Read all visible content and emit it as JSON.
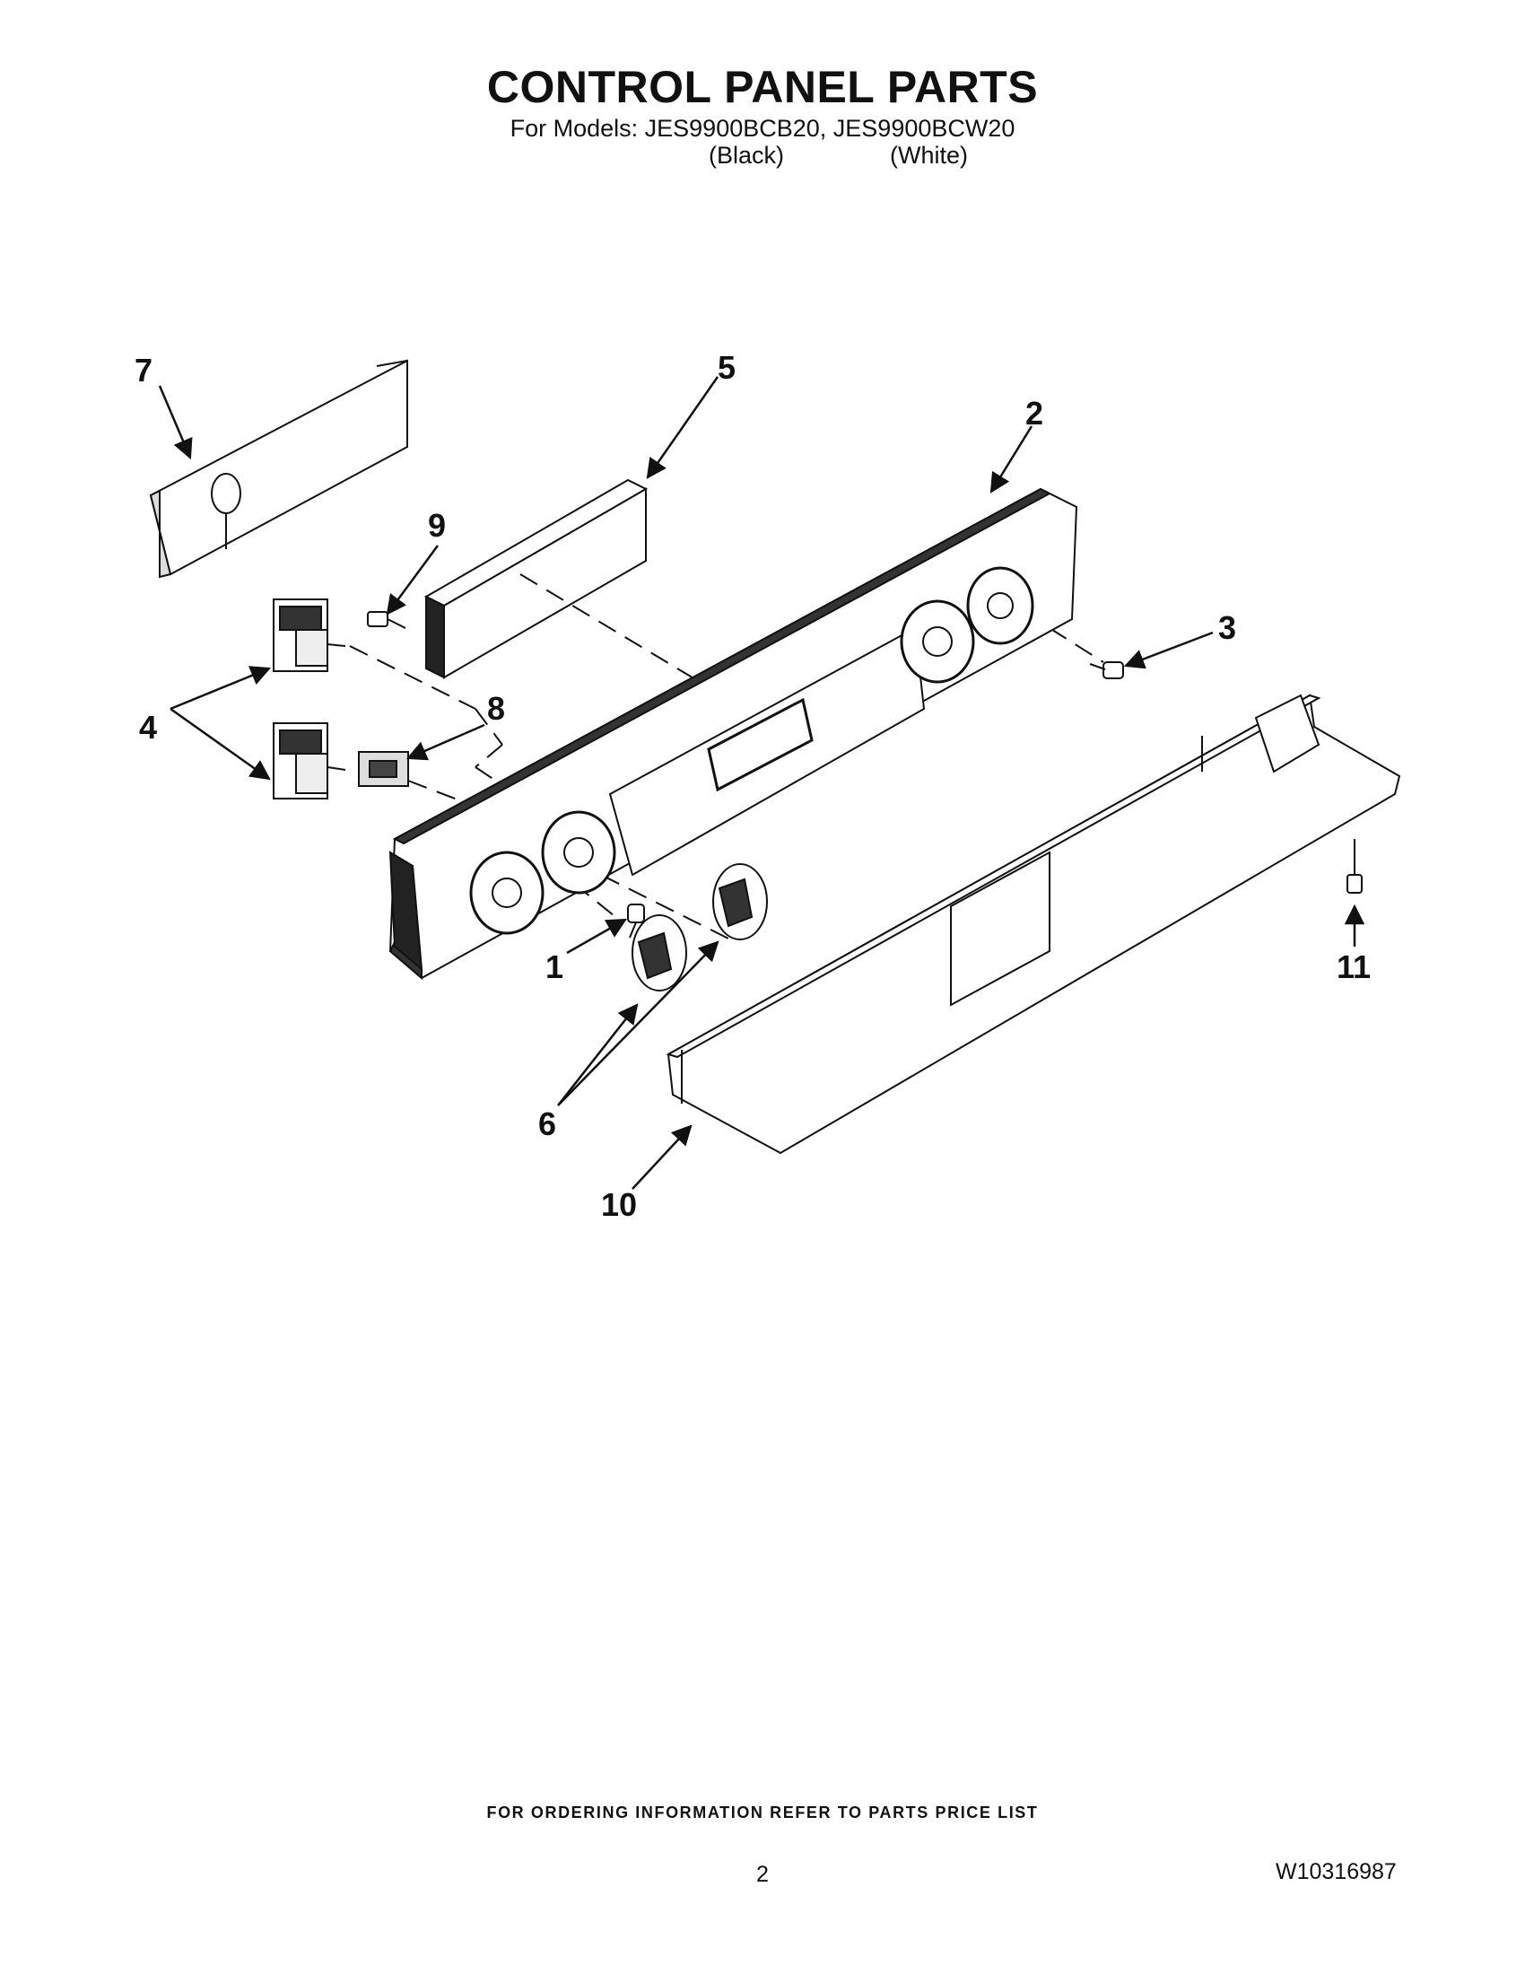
{
  "header": {
    "title": "CONTROL PANEL PARTS",
    "models_line": "For Models: JES9900BCB20, JES9900BCW20",
    "variant_black": "(Black)",
    "variant_white": "(White)"
  },
  "callouts": [
    {
      "id": "1",
      "label": "1"
    },
    {
      "id": "2",
      "label": "2"
    },
    {
      "id": "3",
      "label": "3"
    },
    {
      "id": "4",
      "label": "4"
    },
    {
      "id": "5",
      "label": "5"
    },
    {
      "id": "6",
      "label": "6"
    },
    {
      "id": "7",
      "label": "7"
    },
    {
      "id": "8",
      "label": "8"
    },
    {
      "id": "9",
      "label": "9"
    },
    {
      "id": "10",
      "label": "10"
    },
    {
      "id": "11",
      "label": "11"
    }
  ],
  "footer": {
    "ordering_note": "FOR ORDERING INFORMATION REFER TO PARTS PRICE LIST",
    "page_number": "2",
    "document_number": "W10316987"
  }
}
